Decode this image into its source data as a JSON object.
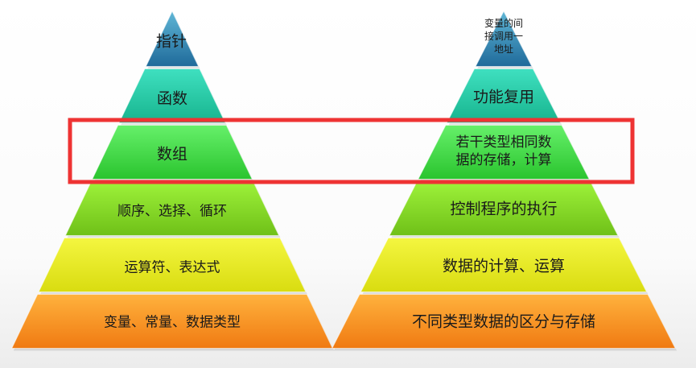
{
  "left_pyramid": {
    "levels": [
      "指针",
      "函数",
      "数组",
      "顺序、选择、循环",
      "运算符、表达式",
      "变量、常量、数据类型"
    ]
  },
  "right_pyramid": {
    "levels": [
      [
        "变量的间",
        "接调用一",
        "地址"
      ],
      [
        "功能复用"
      ],
      [
        "若干类型相同数",
        "据的存储，计算"
      ],
      [
        "控制程序的执行"
      ],
      [
        "数据的计算、运算"
      ],
      [
        "不同类型数据的区分与存储"
      ]
    ]
  },
  "colors": {
    "tier_top": [
      "#5fb6d6",
      "#3fe0c0",
      "#66f06a",
      "#9ef23a",
      "#f4f640",
      "#ffb23d"
    ],
    "tier_bottom": [
      "#1f6a9a",
      "#17b48e",
      "#2ac42e",
      "#6fc018",
      "#d9dc10",
      "#f07a12"
    ],
    "highlight_box": "#ee3333"
  }
}
